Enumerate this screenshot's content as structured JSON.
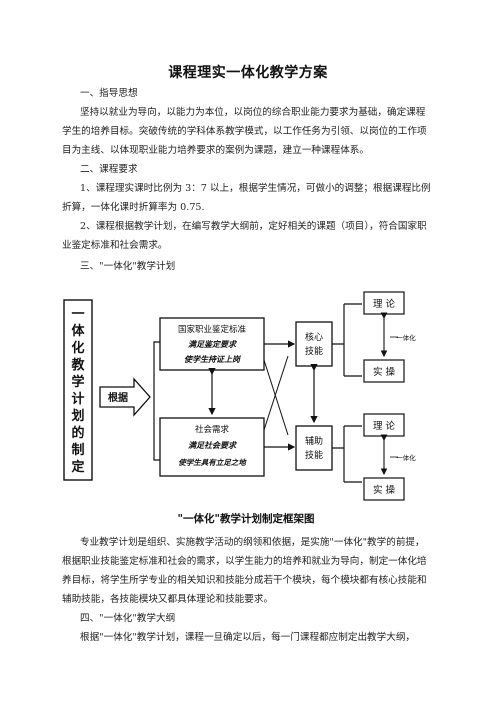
{
  "doc": {
    "title": "课程理实一体化教学方案",
    "lines": [
      "一、指导思想",
      "坚持以就业为导向，以能力为本位，以岗位的综合职业能力要求为基础，确定课程",
      "学生的培养目标。突破传统的学科体系教学模式，以工作任务为引领、以岗位的工作项",
      "目为主线、以体现职业能力培养要求的案例为课题，建立一种课程体系。",
      "二、课程要求",
      "1、课程理实课时比例为 3：7 以上，根据学生情况，可做小的调整；根据课程比例",
      "折算，一体化课时折算率为 0.75.",
      "2、课程根据教学计划，在编写教学大纲前，定好相关的课题（项目），符合国家职",
      "业鉴定标准和社会需求。",
      "三、\"一体化\"教学计划"
    ],
    "lines2": [
      "专业教学计划是组织、实施教学活动的纲领和依据，是实施\"一体化\"教学的前提，",
      "根据职业技能鉴定标准和社会的需求，以学生能力的培养和就业为导向，制定一体化培",
      "养目标，将学生所学专业的相关知识和技能分成若干个模块，每个模块都有核心技能和",
      "辅助技能，各技能模块又都具体理论和技能要求。",
      "四、\"一体化\"教学大纲",
      "根据\"一体化\"教学计划，课程一旦确定以后，每一门课程都应制定出教学大纲，"
    ]
  },
  "diagram": {
    "left_title": [
      "一",
      "体",
      "化",
      "教",
      "学",
      "计",
      "划",
      "的",
      "制",
      "定"
    ],
    "basis": "根据",
    "national": {
      "title": "国家职业鉴定标准",
      "l1": "满足鉴定要求",
      "l2": "使学生持证上岗"
    },
    "social": {
      "title": "社会需求",
      "l1": "满足社会要求",
      "l2": "使学生具有立足之地"
    },
    "core": [
      "核心",
      "技能"
    ],
    "aux": [
      "辅助",
      "技能"
    ],
    "theory": "理 论",
    "practice": "实 操",
    "integration": "一体化",
    "caption": "\"一体化\"教学计划制定框架图"
  }
}
